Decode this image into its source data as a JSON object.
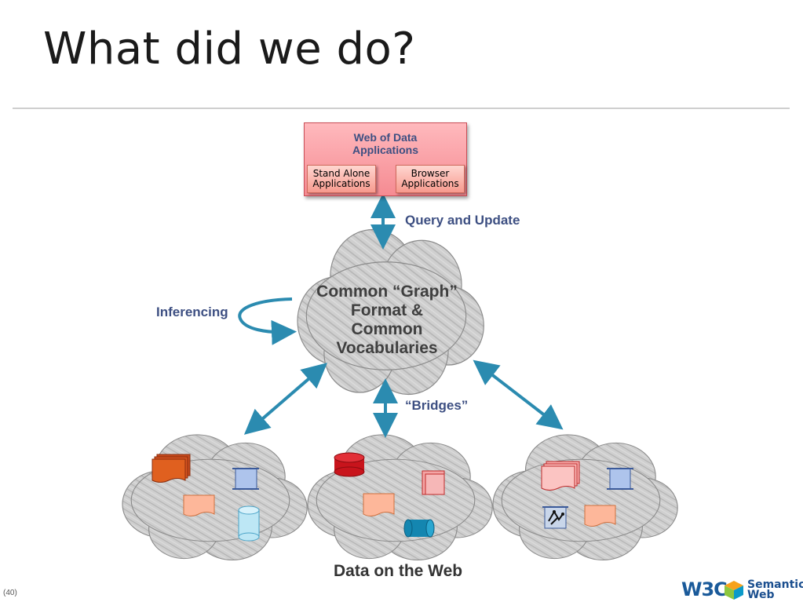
{
  "slide": {
    "title": "What did we do?",
    "page_number": "(40)"
  },
  "apps": {
    "title_line1": "Web of Data",
    "title_line2": "Applications",
    "standalone_line1": "Stand Alone",
    "standalone_line2": "Applications",
    "browser_line1": "Browser",
    "browser_line2": "Applications"
  },
  "labels": {
    "query": "Query and Update",
    "inferencing": "Inferencing",
    "bridges": "“Bridges”"
  },
  "center_cloud": {
    "line1": "Common “Graph”",
    "line2": "Format &",
    "line3": "Common",
    "line4": "Vocabularies"
  },
  "footer": "Data on the Web",
  "logo": {
    "w3c": "W3C",
    "semantic_line1": "Semantic",
    "semantic_line2": "Web"
  },
  "colors": {
    "label_blue": "#3d4f82",
    "arrow_teal": "#2b8bb0",
    "cloud_grey": "#c9c9c9",
    "app_pink": "#f58b92"
  }
}
